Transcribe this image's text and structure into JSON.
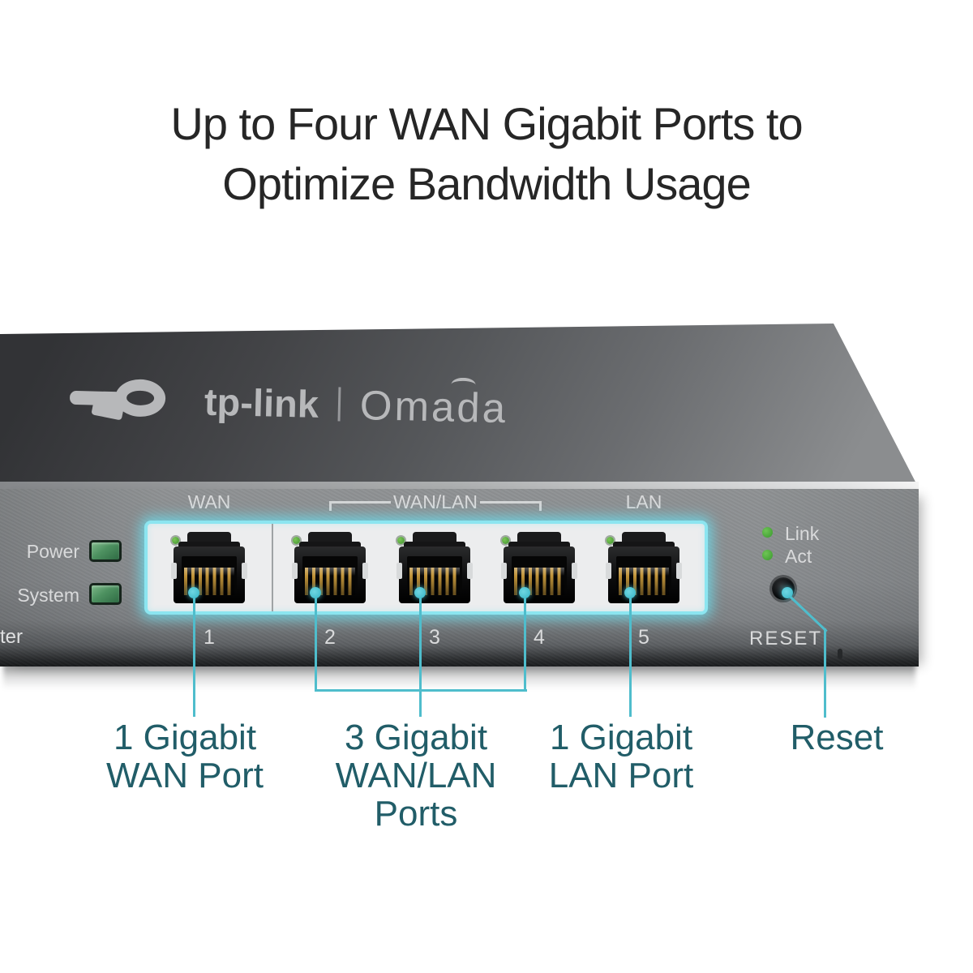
{
  "title": {
    "line1": "Up to Four WAN Gigabit Ports to",
    "line2": "Optimize Bandwidth Usage"
  },
  "device": {
    "logo": {
      "brand": "tp-link",
      "sub_brand": "Omada"
    },
    "front_panel": {
      "power_label": "Power",
      "system_label": "System",
      "partial_silkscreen_text": "ter",
      "wan_label": "WAN",
      "wan_lan_label": "WAN/LAN",
      "lan_label": "LAN",
      "port_numbers": [
        "1",
        "2",
        "3",
        "4",
        "5"
      ],
      "link_label": "Link",
      "act_label": "Act",
      "reset_label": "RESET"
    }
  },
  "callouts": [
    {
      "line1": "1 Gigabit",
      "line2": "WAN Port"
    },
    {
      "line1": "3 Gigabit",
      "line2": "WAN/LAN Ports"
    },
    {
      "line1": "1 Gigabit",
      "line2": "LAN Port"
    },
    {
      "line1": "Reset",
      "line2": ""
    }
  ],
  "colors": {
    "callout_line": "#4fbdcc",
    "panel_glow": "#8ce5f0",
    "label_teal": "#215d68",
    "led_green": "#4d9160",
    "title_text": "#262626"
  }
}
